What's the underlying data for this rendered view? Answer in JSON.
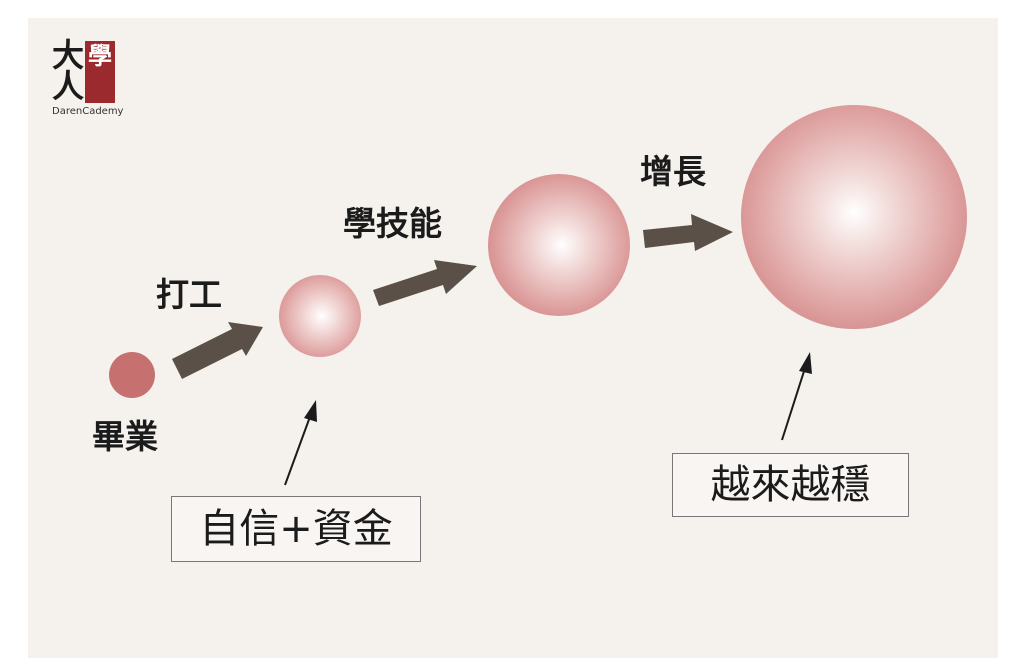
{
  "logo": {
    "char_da": "大",
    "char_ren": "人",
    "char_xue": "學",
    "text": "DarenCademy"
  },
  "labels": {
    "graduate": "畢業",
    "part_time": "打工",
    "learn_skills": "學技能",
    "growth": "增長"
  },
  "boxes": {
    "confidence_funds": "自信+資金",
    "more_stable": "越來越穩"
  },
  "colors": {
    "circle": "#c67070",
    "arrow": "#5b5047",
    "background": "#f5f1ed",
    "logo_red": "#9b2a2e"
  }
}
